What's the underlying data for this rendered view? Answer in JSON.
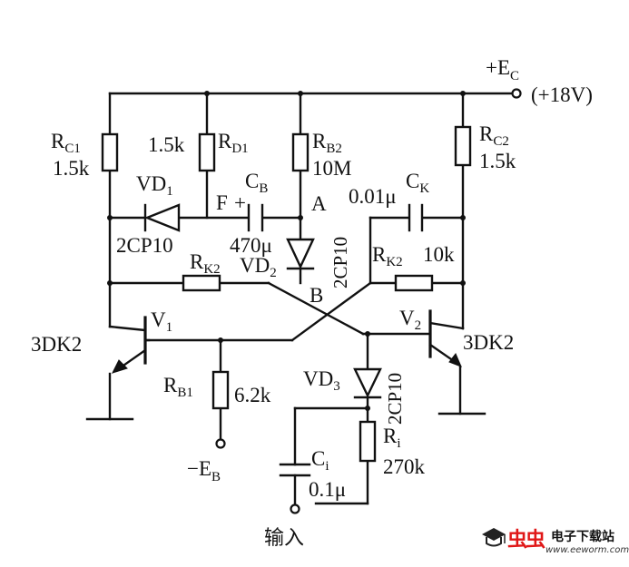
{
  "supply": {
    "name": "+E",
    "sub": "C",
    "value": "(+18V)"
  },
  "neg_supply": {
    "name": "−E",
    "sub": "B"
  },
  "components": {
    "rc1": {
      "name": "R",
      "sub": "C1",
      "value": "1.5k"
    },
    "rd1": {
      "name": "R",
      "sub": "D1",
      "value": "1.5k"
    },
    "rb2": {
      "name": "R",
      "sub": "B2",
      "value": "10M"
    },
    "rc2": {
      "name": "R",
      "sub": "C2",
      "value": "1.5k"
    },
    "vd1": {
      "name": "VD",
      "sub": "1",
      "value": "2CP10"
    },
    "cb": {
      "name": "C",
      "sub": "B",
      "value": "470μ"
    },
    "ck": {
      "name": "C",
      "sub": "K",
      "value": "0.01μ"
    },
    "vd2": {
      "name": "VD",
      "sub": "2",
      "value": "2CP10"
    },
    "rk2_left": {
      "name": "R",
      "sub": "K2"
    },
    "rk2_right": {
      "name": "R",
      "sub": "K2",
      "value": "10k"
    },
    "v1": {
      "name": "V",
      "sub": "1",
      "value": "3DK2"
    },
    "v2": {
      "name": "V",
      "sub": "2",
      "value": "3DK2"
    },
    "rb1": {
      "name": "R",
      "sub": "B1",
      "value": "6.2k"
    },
    "vd3": {
      "name": "VD",
      "sub": "3",
      "value": "2CP10"
    },
    "ri": {
      "name": "R",
      "sub": "i",
      "value": "270k"
    },
    "ci": {
      "name": "C",
      "sub": "i",
      "value": "0.1μ"
    }
  },
  "nodes": {
    "f": "F",
    "plus": "+",
    "a": "A",
    "b": "B"
  },
  "input_label": "输入",
  "watermark": {
    "brand": "虫虫",
    "title": "电子下载站",
    "url": "www.eeworm.com"
  }
}
